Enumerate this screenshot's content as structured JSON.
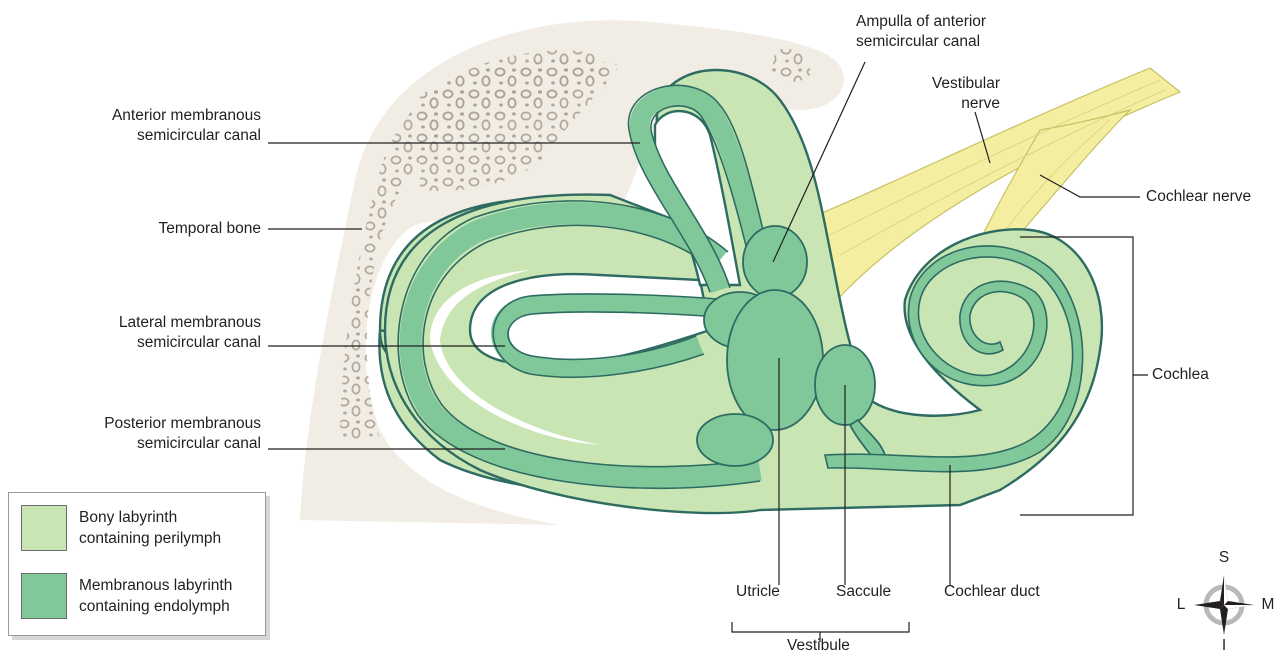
{
  "labels": {
    "anterior_canal": [
      "Anterior membranous",
      "semicircular canal"
    ],
    "temporal_bone": "Temporal bone",
    "lateral_canal": [
      "Lateral membranous",
      "semicircular canal"
    ],
    "posterior_canal": [
      "Posterior membranous",
      "semicircular canal"
    ],
    "ampulla": [
      "Ampulla of anterior",
      "semicircular canal"
    ],
    "vestibular_nerve": [
      "Vestibular",
      "nerve"
    ],
    "cochlear_nerve": "Cochlear nerve",
    "cochlea": "Cochlea",
    "utricle": "Utricle",
    "saccule": "Saccule",
    "vestibule": "Vestibule",
    "cochlear_duct": "Cochlear duct"
  },
  "legend": {
    "bony": [
      "Bony labyrinth",
      "containing perilymph"
    ],
    "membranous": [
      "Membranous labyrinth",
      "containing endolymph"
    ]
  },
  "compass": {
    "superior": "S",
    "inferior": "I",
    "lateral": "L",
    "medial": "M"
  },
  "colors": {
    "bony_labyrinth": "#c9e5b3",
    "membranous_labyrinth": "#80c89a",
    "outline": "#2e6b62",
    "bone": "#f1ede4",
    "bone_pore": "#b2ab9c",
    "nerve": "#f3eea0",
    "nerve_edge": "#c8c163",
    "leader": "#231f20"
  }
}
